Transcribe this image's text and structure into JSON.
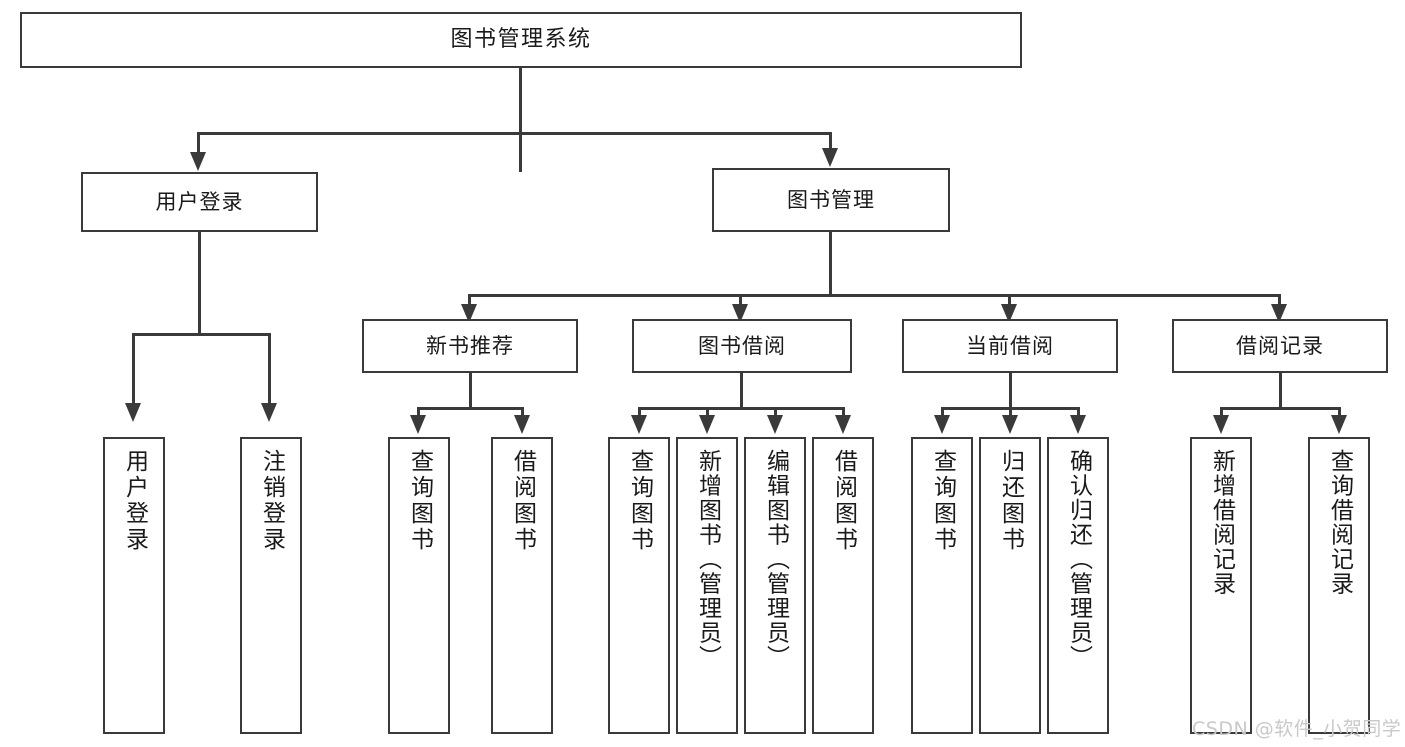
{
  "diagram": {
    "type": "tree-hierarchy-diagram",
    "title": "图书管理系统",
    "root": {
      "id": "root",
      "label": "图书管理系统",
      "orientation": "horizontal"
    },
    "level2": [
      {
        "id": "user-login",
        "label": "用户登录",
        "orientation": "horizontal"
      },
      {
        "id": "book-manage",
        "label": "图书管理",
        "orientation": "horizontal"
      }
    ],
    "level3": [
      {
        "id": "new-book-recommend",
        "label": "新书推荐",
        "orientation": "horizontal",
        "parent": "book-manage"
      },
      {
        "id": "book-borrow",
        "label": "图书借阅",
        "orientation": "horizontal",
        "parent": "book-manage"
      },
      {
        "id": "current-borrow",
        "label": "当前借阅",
        "orientation": "horizontal",
        "parent": "book-manage"
      },
      {
        "id": "borrow-record",
        "label": "借阅记录",
        "orientation": "horizontal",
        "parent": "book-manage"
      }
    ],
    "leaves": [
      {
        "id": "leaf-user-login",
        "label": "用户登录",
        "parent": "user-login"
      },
      {
        "id": "leaf-user-logout",
        "label": "注销登录",
        "parent": "user-login"
      },
      {
        "id": "leaf-query-book-1",
        "label": "查询图书",
        "parent": "new-book-recommend"
      },
      {
        "id": "leaf-borrow-book-1",
        "label": "借阅图书",
        "parent": "new-book-recommend"
      },
      {
        "id": "leaf-query-book-2",
        "label": "查询图书",
        "parent": "book-borrow"
      },
      {
        "id": "leaf-add-book",
        "label": "新增图书（管理员）",
        "parent": "book-borrow"
      },
      {
        "id": "leaf-edit-book",
        "label": "编辑图书（管理员）",
        "parent": "book-borrow"
      },
      {
        "id": "leaf-borrow-book-2",
        "label": "借阅图书",
        "parent": "book-borrow"
      },
      {
        "id": "leaf-query-book-3",
        "label": "查询图书",
        "parent": "current-borrow"
      },
      {
        "id": "leaf-return-book",
        "label": "归还图书",
        "parent": "current-borrow"
      },
      {
        "id": "leaf-confirm-return",
        "label": "确认归还（管理员）",
        "parent": "current-borrow"
      },
      {
        "id": "leaf-add-record",
        "label": "新增借阅记录",
        "parent": "borrow-record"
      },
      {
        "id": "leaf-query-record",
        "label": "查询借阅记录",
        "parent": "borrow-record"
      }
    ],
    "watermark": "CSDN @软件_小贺同学",
    "colors": {
      "stroke": "#3a3a3a",
      "fill": "#ffffff",
      "text": "#1a1a1a",
      "watermark": "#c9c9c9"
    }
  }
}
